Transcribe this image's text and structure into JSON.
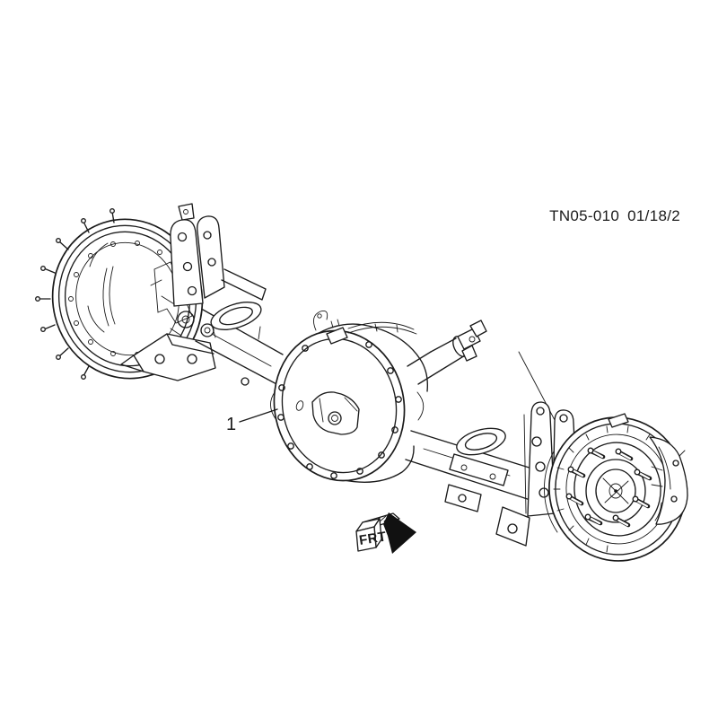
{
  "doc_ref": {
    "label": "TN05-010 01/18/2"
  },
  "callout": {
    "number": "1"
  },
  "direction_arrow": {
    "label": "FRT"
  },
  "colors": {
    "background": "#ffffff",
    "ink": "#1b1b1b",
    "arrow_fill": "#111111"
  }
}
